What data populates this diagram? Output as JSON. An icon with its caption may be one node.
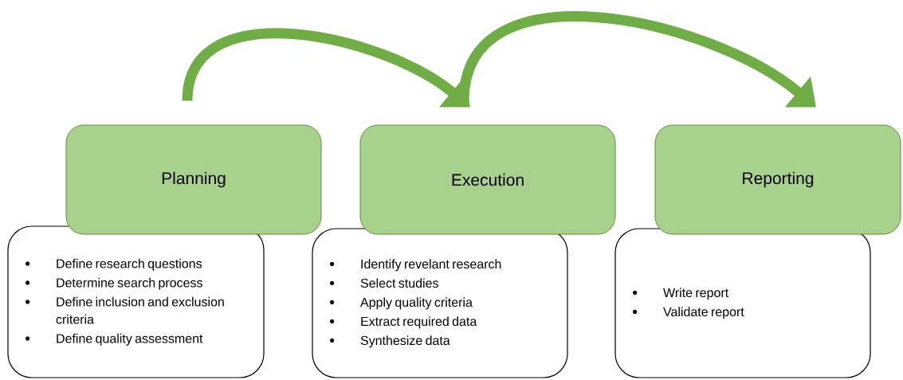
{
  "diagram": {
    "nodes": [
      {
        "text": [
          "Planning"
        ]
      },
      {
        "text": [
          "Define research questions",
          "Determine search process",
          "Define inclusion and exclusion criteria",
          "Define quality assessment"
        ]
      },
      {
        "text": [
          "Execution"
        ]
      },
      {
        "text": [
          "Identify revelant research",
          "Select studies",
          "Apply quality criteria",
          "Extract required data",
          "Synthesize data"
        ]
      },
      {
        "text": [
          "Reporting"
        ]
      },
      {
        "text": [
          "Write report",
          "Validate report"
        ]
      }
    ],
    "edges": [
      {
        "from": 0,
        "to": 2,
        "arrow": "to"
      },
      {
        "from": 2,
        "to": 4,
        "arrow": "to"
      }
    ]
  }
}
